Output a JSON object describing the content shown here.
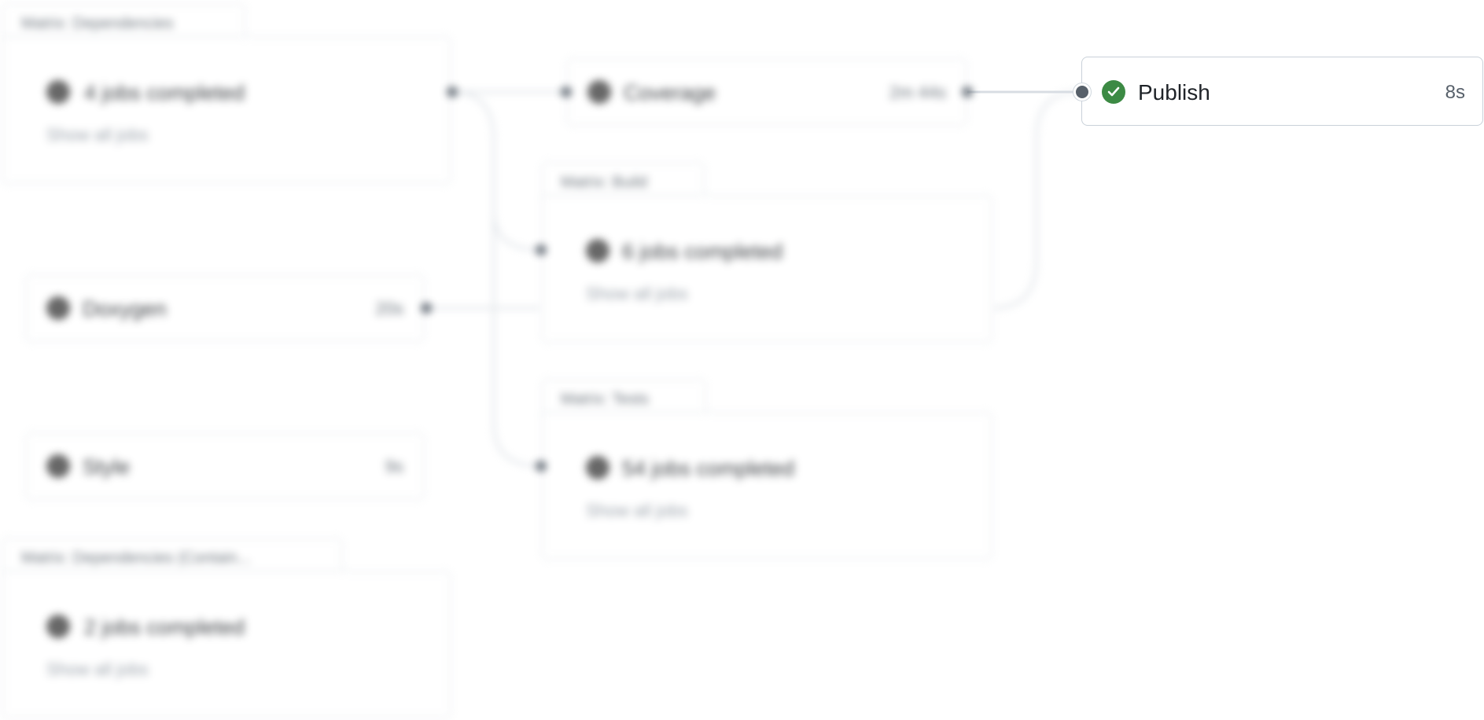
{
  "graph": {
    "groups": {
      "dependencies": {
        "tab": "Matrix: Dependencies",
        "summary": "4 jobs completed",
        "show_all": "Show all jobs"
      },
      "build": {
        "tab": "Matrix: Build",
        "summary": "6 jobs completed",
        "show_all": "Show all jobs"
      },
      "tests": {
        "tab": "Matrix: Tests",
        "summary": "54 jobs completed",
        "show_all": "Show all jobs"
      },
      "dependencies_container": {
        "tab": "Matrix: Dependencies (Contain...",
        "summary": "2 jobs completed",
        "show_all": "Show all jobs"
      }
    },
    "jobs": {
      "coverage": {
        "name": "Coverage",
        "duration": "2m 44s"
      },
      "doxygen": {
        "name": "Doxygen",
        "duration": "20s"
      },
      "style": {
        "name": "Style",
        "duration": "9s"
      },
      "publish": {
        "name": "Publish",
        "duration": "8s"
      }
    }
  },
  "icons": {
    "status_success": "check-circle-icon"
  },
  "colors": {
    "success": "#3c8a44",
    "border": "#d0d7de",
    "muted_text": "#57606a",
    "connector": "#d0d7de"
  }
}
